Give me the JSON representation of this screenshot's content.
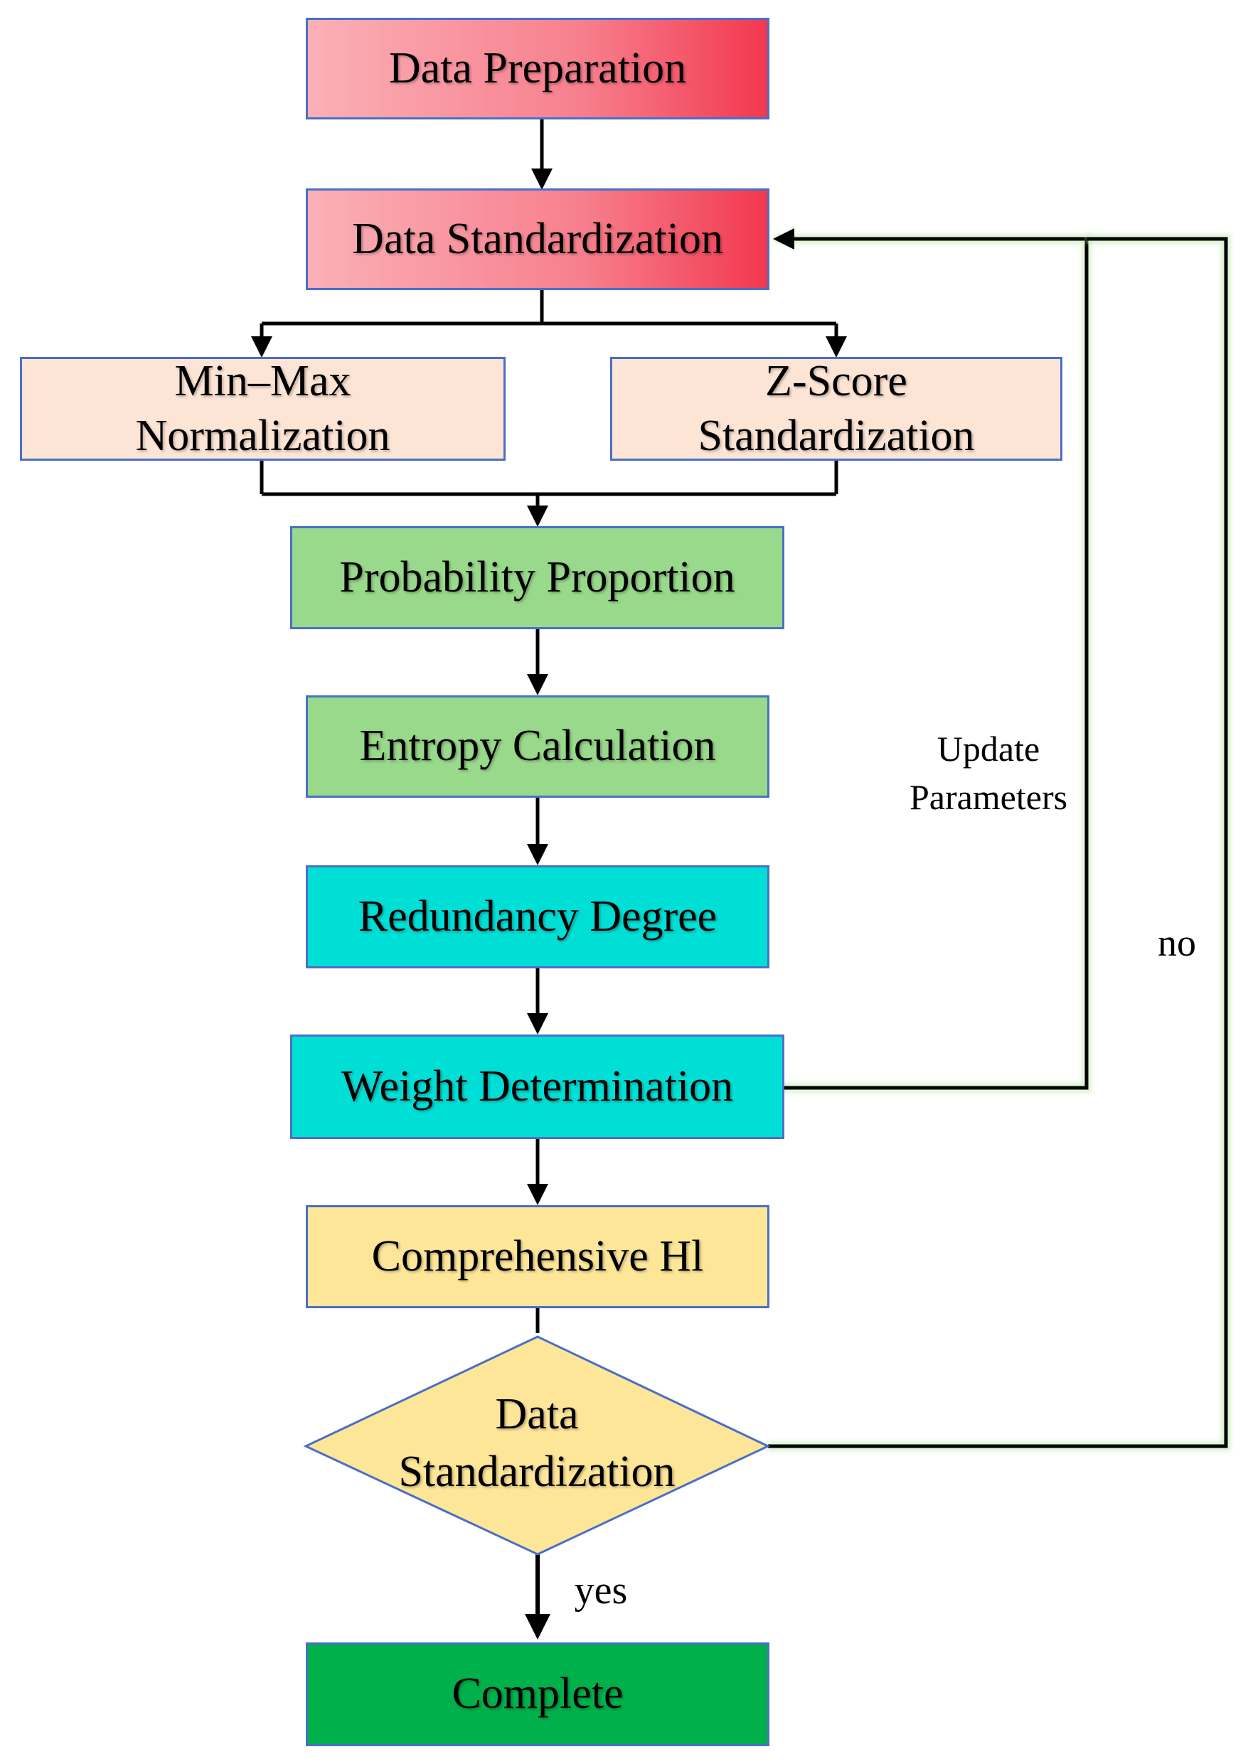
{
  "nodes": {
    "data_preparation": "Data Preparation",
    "data_standardization": "Data Standardization",
    "min_max_line1": "Min–Max",
    "min_max_line2": "Normalization",
    "z_score_line1": "Z-Score",
    "z_score_line2": "Standardization",
    "probability_proportion": "Probability Proportion",
    "entropy_calculation": "Entropy Calculation",
    "redundancy_degree": "Redundancy Degree",
    "weight_determination": "Weight Determination",
    "comprehensive_hi": "Comprehensive Hl",
    "decision_line1": "Data",
    "decision_line2": "Standardization",
    "complete": "Complete"
  },
  "edge_labels": {
    "update_line1": "Update",
    "update_line2": "Parameters",
    "no": "no",
    "yes": "yes"
  },
  "colors": {
    "pink_start": "#fbb0b6",
    "pink_end": "#f2384f",
    "peach": "#fde5d6",
    "green": "#99d98b",
    "cyan": "#00dfd6",
    "yellow": "#fee699",
    "dark_green": "#00b04a",
    "border": "#4a6fc7",
    "arrow": "#000000"
  }
}
